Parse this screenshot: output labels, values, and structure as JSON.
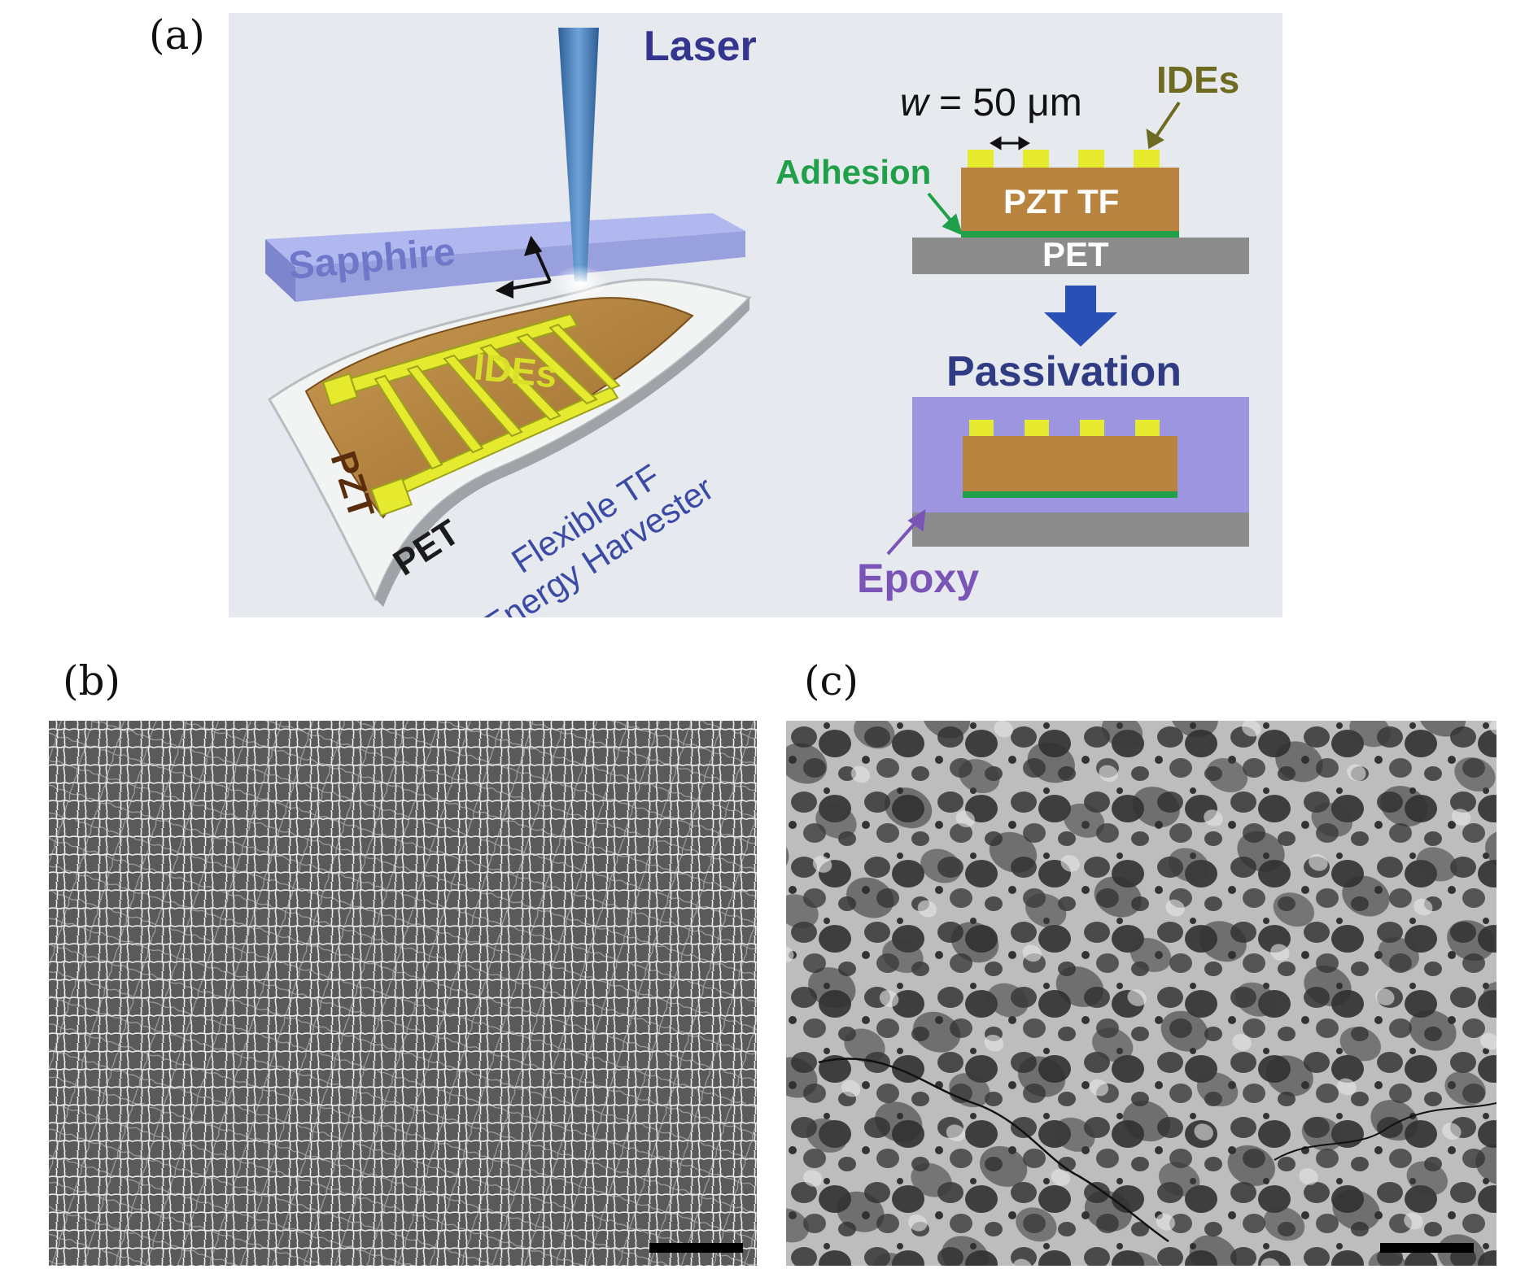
{
  "panels": {
    "a": {
      "label": "(a)",
      "laser": "Laser",
      "sapphire": "Sapphire",
      "ides_device": "IDEs",
      "pzt": "PZT",
      "pet_device": "PET",
      "device_caption_line1": "Flexible TF",
      "device_caption_line2": "Energy Harvester",
      "width_label_prefix": "w",
      "width_label_value": " = 50 μm",
      "ides_stack": "IDEs",
      "adhesion": "Adhesion",
      "pzt_tf": "PZT TF",
      "pet_stack": "PET",
      "passivation": "Passivation",
      "epoxy": "Epoxy"
    },
    "b": {
      "label": "(b)"
    },
    "c": {
      "label": "(c)"
    }
  },
  "colors": {
    "background_panel": "#e6e9ee",
    "laser_blue": "#3d78b5",
    "text_blue": "#34358f",
    "sapphire": "#9ea8e0",
    "sapphire_text": "#6f78c8",
    "pzt_brown": "#b98440",
    "ide_yellow": "#e5ea2e",
    "pet_gray": "#8c8c8c",
    "adhesion_green": "#21a04a",
    "ides_olive": "#6e6a1f",
    "epoxy_purple": "#9d95e0",
    "epoxy_text": "#7b54b8",
    "sem_dark": "#595959"
  }
}
